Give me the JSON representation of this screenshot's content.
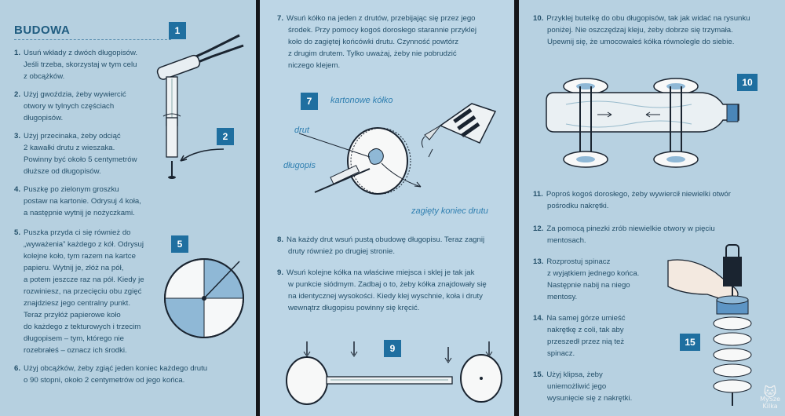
{
  "page1": {
    "title": "BUDOWA",
    "steps": [
      {
        "n": "1.",
        "lines": [
          "Usuń wkłady z dwóch długopisów.",
          "Jeśli trzeba, skorzystaj w tym celu",
          "z obcążków."
        ]
      },
      {
        "n": "2.",
        "lines": [
          "Użyj gwoździa, żeby wywiercić",
          "otwory w tylnych częściach",
          "długopisów."
        ]
      },
      {
        "n": "3.",
        "lines": [
          "Użyj przecinaka, żeby odciąć",
          "2 kawałki drutu z wieszaka.",
          "Powinny być około 5 centymetrów",
          "dłuższe od długopisów."
        ]
      },
      {
        "n": "4.",
        "lines": [
          "Puszkę po zielonym groszku",
          "postaw na kartonie. Odrysuj 4 koła,",
          "a następnie wytnij je nożyczkami."
        ]
      },
      {
        "n": "5.",
        "lines": [
          "Puszka przyda ci się również do",
          "„wyważenia” każdego z kół. Odrysuj",
          "kolejne koło, tym razem na kartce",
          "papieru. Wytnij je, złóż na pół,",
          "a potem jeszcze raz na pół. Kiedy je",
          "rozwiniesz, na przecięciu obu zgięć",
          "znajdziesz jego centralny punkt.",
          "Teraz przyłóż papierowe koło",
          "do każdego z tekturowych i trzecim",
          "długopisem – tym, którego nie",
          "rozebrałeś – oznacz ich środki."
        ]
      },
      {
        "n": "6.",
        "lines": [
          "Użyj obcążków, żeby zgiąć jeden koniec każdego drutu",
          "o 90 stopni, około 2 centymetrów od jego końca."
        ]
      }
    ],
    "badges": [
      "1",
      "2",
      "5"
    ]
  },
  "page2": {
    "steps": [
      {
        "n": "7.",
        "lines": [
          "Wsuń kółko na jeden z drutów, przebijając się przez jego",
          "środek. Przy pomocy kogoś dorosłego starannie przyklej",
          "koło do zagiętej końcówki drutu. Czynność powtórz",
          "z drugim drutem. Tylko uważaj, żeby nie pobrudzić",
          "niczego klejem."
        ]
      },
      {
        "n": "8.",
        "lines": [
          "Na każdy drut wsuń pustą obudowę długopisu. Teraz zagnij",
          "druty również po drugiej stronie."
        ]
      },
      {
        "n": "9.",
        "lines": [
          "Wsuń kolejne kółka na właściwe miejsca i sklej je tak jak",
          "w punkcie siódmym. Zadbaj o to, żeby kółka znajdowały się",
          "na identycznej wysokości. Kiedy klej wyschnie, koła i druty",
          "wewnątrz długopisu powinny się kręcić."
        ]
      }
    ],
    "badges": [
      "7",
      "9"
    ],
    "labels": {
      "wheel": "kartonowe kółko",
      "wire": "drut",
      "pen": "długopis",
      "bent": "zagięty koniec drutu"
    }
  },
  "page3": {
    "steps": [
      {
        "n": "10.",
        "lines": [
          "Przyklej butelkę do obu długopisów, tak jak widać na rysunku",
          "poniżej. Nie oszczędzaj kleju, żeby dobrze się trzymała.",
          "Upewnij się, że umocowałeś kółka równolegle do siebie."
        ]
      },
      {
        "n": "11.",
        "lines": [
          "Poproś kogoś dorosłego, żeby wywiercił niewielki otwór",
          "pośrodku nakrętki."
        ]
      },
      {
        "n": "12.",
        "lines": [
          "Za pomocą pinezki zrób niewielkie otwory w pięciu",
          "mentosach."
        ]
      },
      {
        "n": "13.",
        "lines": [
          "Rozprostuj spinacz",
          "z wyjątkiem jednego końca.",
          "Następnie nabij na niego",
          "mentosy."
        ]
      },
      {
        "n": "14.",
        "lines": [
          "Na samej górze umieść",
          "nakrętkę z coli, tak aby",
          "przeszedł przez nią też",
          "spinacz."
        ]
      },
      {
        "n": "15.",
        "lines": [
          "Użyj klipsa, żeby",
          "uniemożliwić jego",
          "wysunięcie się z nakrętki."
        ]
      }
    ],
    "badges": [
      "10",
      "15"
    ],
    "watermark": [
      "MySze",
      "Kilka"
    ]
  }
}
